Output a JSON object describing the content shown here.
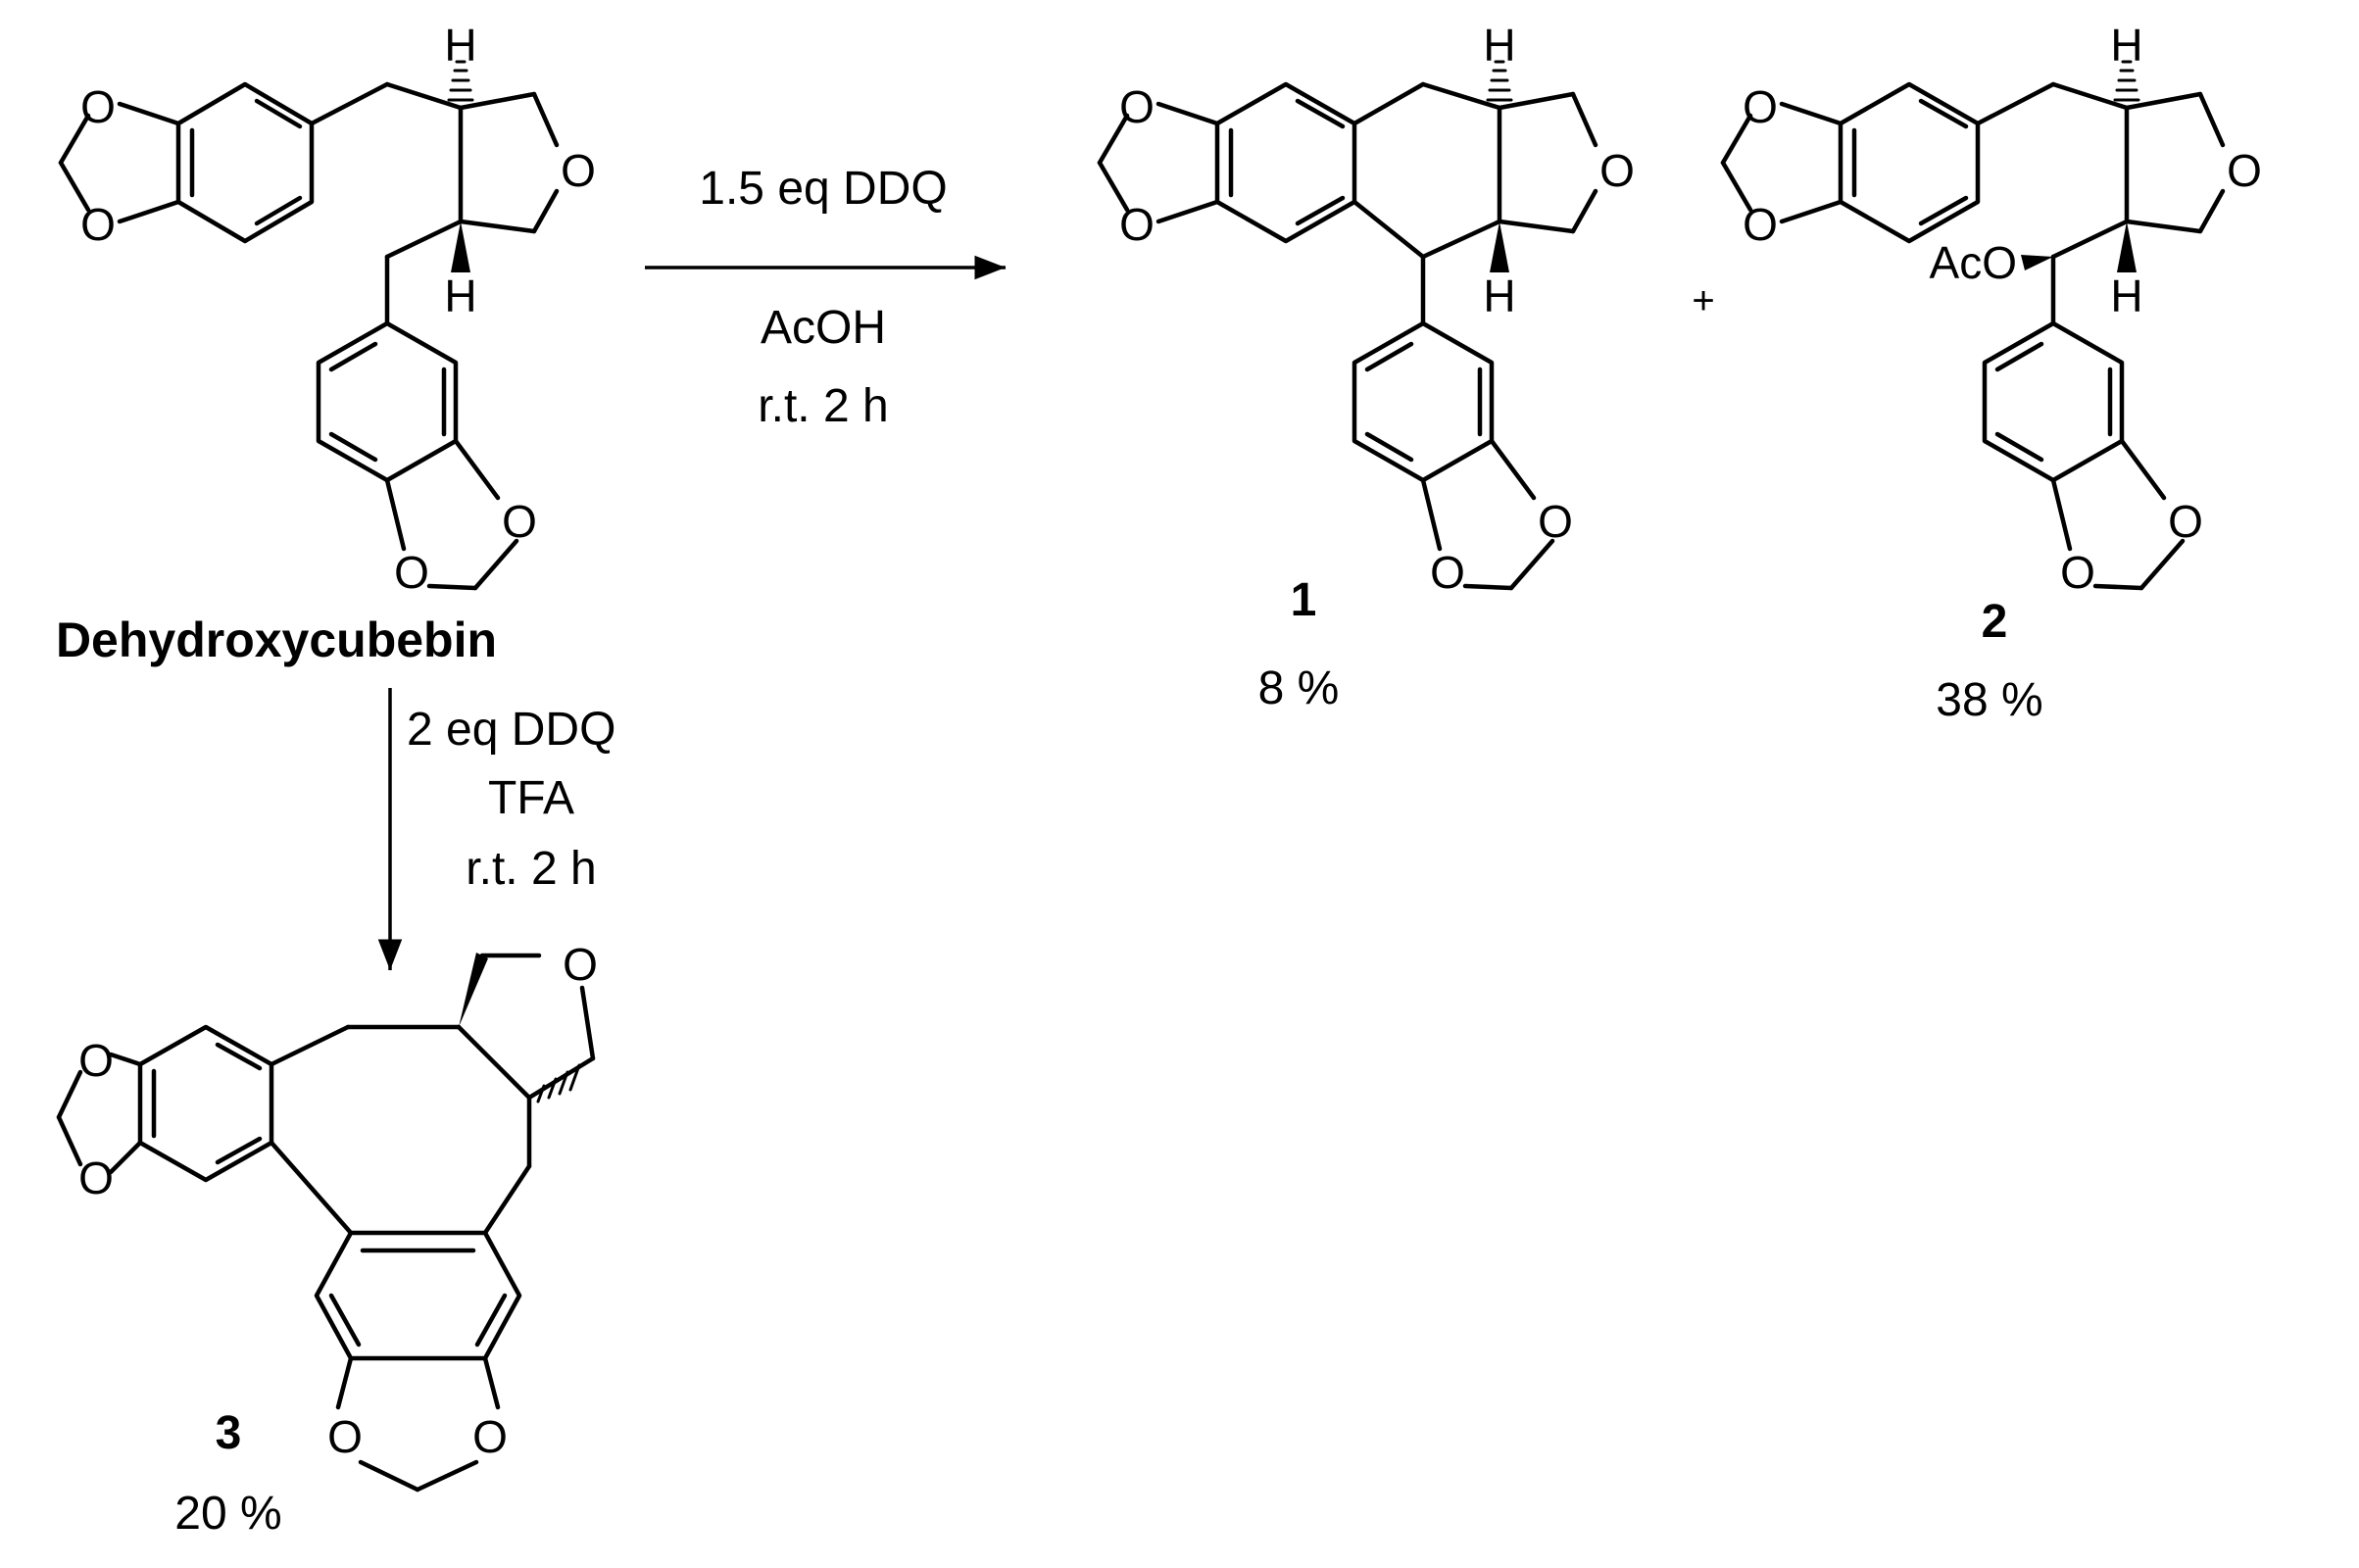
{
  "atom_labels": {
    "oxygen": "O",
    "hydrogen": "H",
    "acetoxy": "AcO"
  },
  "starting_material": {
    "name": "Dehydroxycubebin"
  },
  "reaction_1": {
    "reagent": "1.5 eq DDQ",
    "solvent": "AcOH",
    "conditions": "r.t.  2 h"
  },
  "reaction_2": {
    "reagent": "2 eq DDQ",
    "solvent": "TFA",
    "conditions": "r.t.  2 h"
  },
  "plus_sign": "+",
  "products": [
    {
      "number": "1",
      "yield": "8 %"
    },
    {
      "number": "2",
      "yield": "38 %"
    },
    {
      "number": "3",
      "yield": "20 %"
    }
  ]
}
